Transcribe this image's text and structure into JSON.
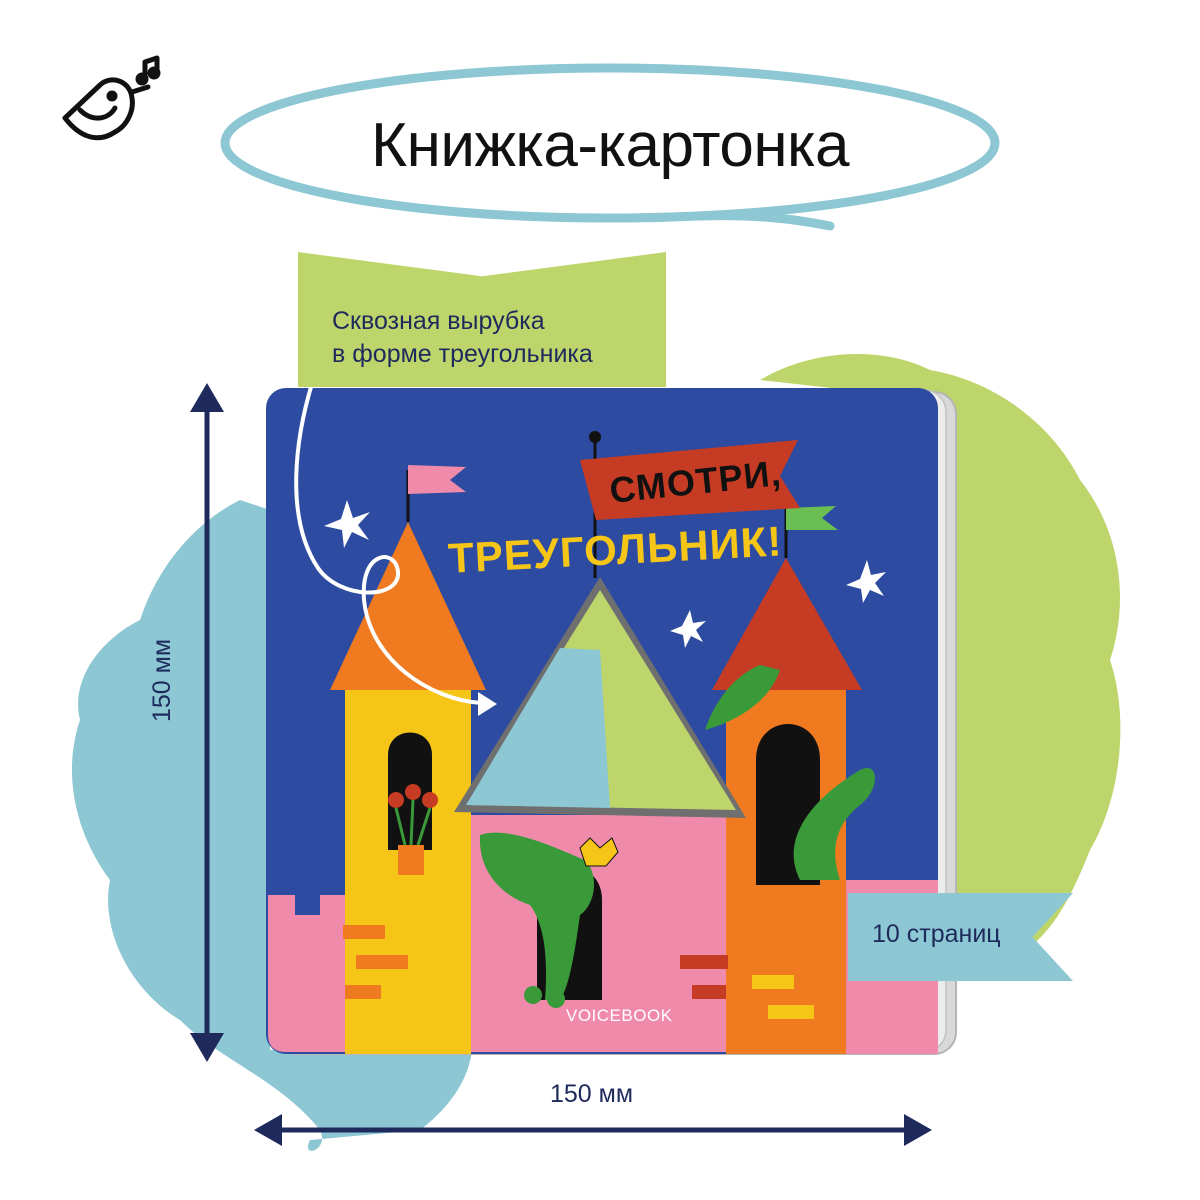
{
  "header": {
    "title": "Книжка-картонка"
  },
  "callouts": {
    "cutout_line1": "Сквозная вырубка",
    "cutout_line2": "в форме треугольника",
    "pages": "10 страниц"
  },
  "dimensions": {
    "width_label": "150 мм",
    "height_label": "150 мм"
  },
  "cover": {
    "title_line1": "СМОТРИ,",
    "title_line2": "ТРЕУГОЛЬНИК!",
    "publisher": "VOICEBOOK"
  },
  "icons": [
    "bird-music-logo-icon",
    "star-icon",
    "curved-arrow-icon",
    "double-arrow-icon"
  ],
  "colors": {
    "cover_blue": "#2d4ba0",
    "light_blue": "#8cc7d3",
    "green": "#bdd56b",
    "pink": "#f08aab",
    "yellow": "#f5c518",
    "orange": "#ef7a20",
    "red": "#c63b24",
    "navy": "#1f2a5c"
  }
}
